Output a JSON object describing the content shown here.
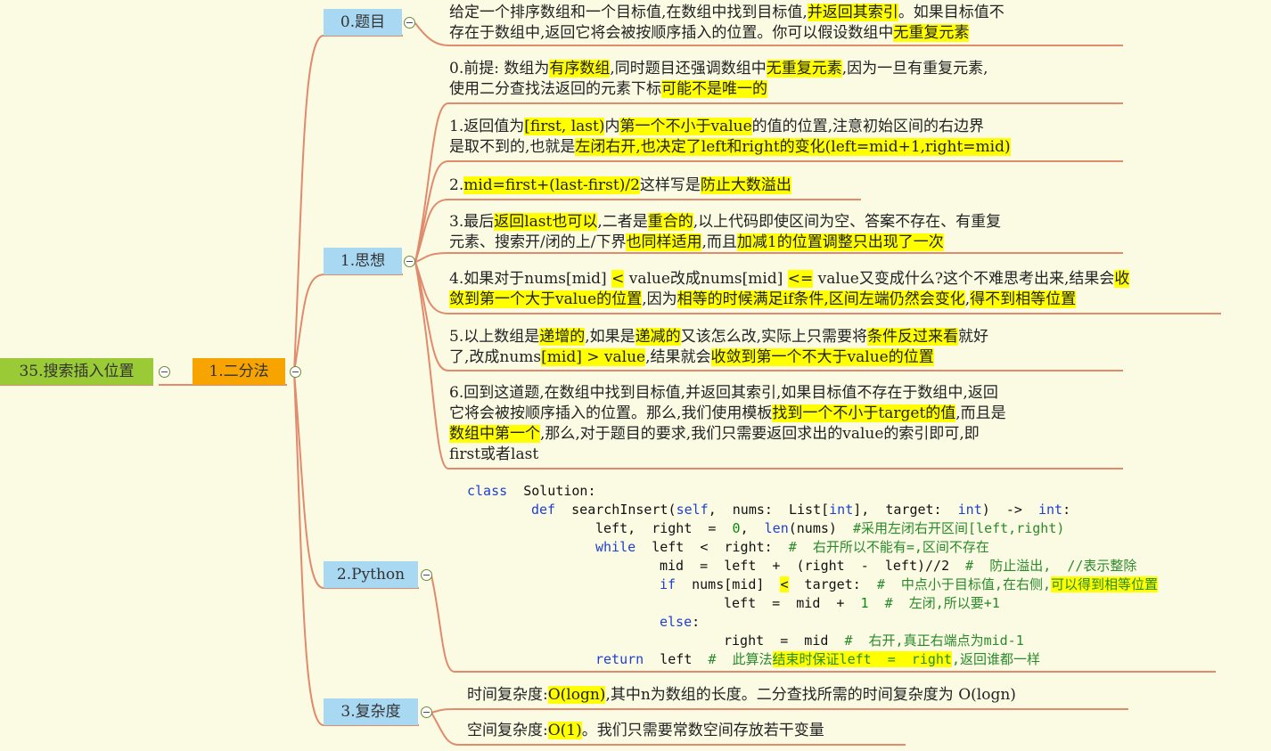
{
  "root": {
    "label": "35.搜索插入位置"
  },
  "method": {
    "label": "1.二分法"
  },
  "sections": {
    "title": {
      "label": "0.题目"
    },
    "idea": {
      "label": "1.思想"
    },
    "python": {
      "label": "2.Python"
    },
    "complexity": {
      "label": "3.复杂度"
    }
  },
  "title_leaf": {
    "l1a": "给定一个排序数组和一个目标值,在数组中找到目标值,",
    "l1b": "并返回其索引",
    "l1c": "。如果目标值不",
    "l2a": "存在于数组中,返回它将会被按顺序插入的位置。你可以假设数组中",
    "l2b": "无重复元素"
  },
  "idea": {
    "p0": {
      "a": "0.前提: 数组为",
      "b": "有序数组",
      "c": ",同时题目还强调数组中",
      "d": "无重复元素",
      "e": ",因为一旦有重复元素,",
      "f": "使用二分查找法返回的元素下标",
      "g": "可能不是唯一的"
    },
    "p1": {
      "a": "1.返回值为",
      "b": "[first, last)",
      "c": "内",
      "d": "第一个不小于value",
      "e": "的值的位置,注意初始区间的右边界",
      "f": "是取不到的,也就是",
      "g": "左闭右开,也决定了left和right的变化(left=mid+1,right=mid)"
    },
    "p2": {
      "a": "2.",
      "b": "mid=first+(last-first)/2",
      "c": "这样写是",
      "d": "防止大数溢出"
    },
    "p3": {
      "a": "3.最后",
      "b": "返回last也可以",
      "c": ",二者是",
      "d": "重合的",
      "e": ",以上代码即使区间为空、答案不存在、有重复",
      "f": "元素、搜索开/闭的上/下界",
      "g": "也同样适用",
      "h": ",而且",
      "i": "加减1的位置调整只出现了一次"
    },
    "p4": {
      "a": "4.如果对于nums[mid] ",
      "b": "<",
      "c": " value改成nums[mid] ",
      "d": "<=",
      "e": " value又变成什么?这个不难思考出来,结果会",
      "f": "收",
      "g": "敛到第一个大于value的位置",
      "h": ",因为",
      "i": "相等的时候满足if条件,区间左端仍然会变化",
      "j": ",",
      "k": "得不到相等位置"
    },
    "p5": {
      "a": "5.以上数组是",
      "b": "递增的",
      "c": ",如果是",
      "d": "递减的",
      "e": "又该怎么改,实际上只需要将",
      "f": "条件反过来看",
      "g": "就好",
      "h": "了,改成nums",
      "i": "[mid] > value",
      "j": ",结果就会",
      "k": "收敛到第一个不大于value的位置"
    },
    "p6": {
      "a": "6.回到这道题,在数组中找到目标值,并返回其索引,如果目标值不存在于数组中,返回",
      "b": "它将会被按顺序插入的位置。那么,我们使用模板",
      "c": "找到一个不小于target的值",
      "d": ",而且是",
      "e": "数组中第一个",
      "f": ",那么,对于题目的要求,我们只需要返回求出的value的索引即可,即",
      "g": "first或者last"
    }
  },
  "code": {
    "l1_kw": "class",
    "l1_rest": "  Solution:",
    "l2_kw": "def",
    "l2_a": "  searchInsert(",
    "l2_self": "self",
    "l2_b": ",  nums:  List[",
    "l2_int1": "int",
    "l2_c": "],  target:  ",
    "l2_int2": "int",
    "l2_d": ")  ->  ",
    "l2_int3": "int",
    "l2_e": ":",
    "l3_a": "left,  right  =  ",
    "l3_zero": "0",
    "l3_b": ",  ",
    "l3_len": "len",
    "l3_c": "(nums)  ",
    "l3_cm": "#采用左闭右开区间[left,right)",
    "l4_kw": "while",
    "l4_a": "  left  <  right:  ",
    "l4_cm": "#  右开所以不能有=,区间不存在",
    "l5_a": "mid  =  left  +  (right  -  left)//2  ",
    "l5_cm": "#  防止溢出,  //表示整除",
    "l6_kw": "if",
    "l6_a": "  nums[mid]  ",
    "l6_lt": "<",
    "l6_b": "  target:  ",
    "l6_cm": "#  中点小于目标值,在右侧,",
    "l6_hl": "可以得到相等位置",
    "l7_a": "left  =  mid  +  ",
    "l7_one": "1",
    "l7_b": "  ",
    "l7_cm": "#  左闭,所以要+1",
    "l8_kw": "else",
    "l8_a": ":",
    "l9_a": "right  =  mid  ",
    "l9_cm": "#  右开,真正右端点为mid-1",
    "l10_kw": "return",
    "l10_a": "  left  ",
    "l10_cm1": "#  此算法",
    "l10_hl": "结束时保证left  =  right",
    "l10_cm2": ",返回谁都一样"
  },
  "complexity": {
    "time_a": "时间复杂度:",
    "time_b": "O(logn)",
    "time_c": ",其中n为数组的长度。二分查找所需的时间复杂度为 O(logn)",
    "space_a": "空间复杂度:",
    "space_b": "O(1)",
    "space_c": "。我们只需要常数空间存放若干变量"
  },
  "colors": {
    "background": "#FBFBE4",
    "root": "#9ACB36",
    "method": "#F8A400",
    "section": "#A8D8F2",
    "connector": "#E08A6E",
    "highlight": "#FFFF00"
  }
}
